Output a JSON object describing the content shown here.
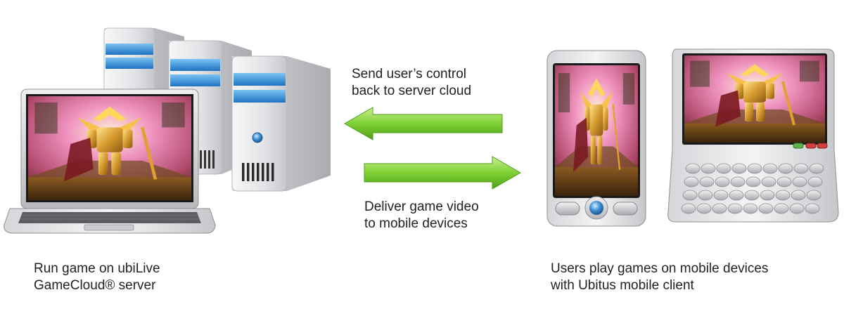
{
  "captions": {
    "send_control": "Send user’s control\nback to server cloud",
    "deliver_video": "Deliver game video\nto mobile devices",
    "server_side": "Run game on ubiLive\nGameCloud®  server",
    "client_side": "Users play games on mobile devices\nwith Ubitus mobile client"
  },
  "colors": {
    "arrow_green": "#6fc42a",
    "arrow_green_light": "#c9f08f",
    "server_blue": "#2a86d4",
    "device_silver": "#c7c9cc",
    "screen_pink": "#e37fb0",
    "screen_gold": "#d8a73a"
  },
  "icons": {
    "servers": "server-tower-icon",
    "laptop": "laptop-icon",
    "phone": "smartphone-icon",
    "qwerty_device": "qwerty-handheld-icon",
    "arrow_left": "arrow-left-icon",
    "arrow_right": "arrow-right-icon"
  }
}
